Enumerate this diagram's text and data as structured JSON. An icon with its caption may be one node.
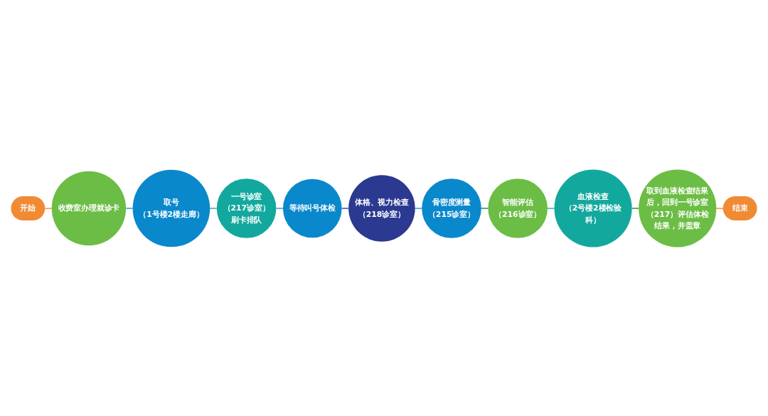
{
  "diagram": {
    "nodes": [
      {
        "text": [
          "开始"
        ]
      },
      {
        "text": [
          "收费室办理就诊卡"
        ]
      },
      {
        "text": [
          "取号",
          "（1号楼2楼走廊）"
        ]
      },
      {
        "text": [
          "一号诊室",
          "（217诊室）",
          "刷卡排队"
        ]
      },
      {
        "text": [
          "等待叫号体检"
        ]
      },
      {
        "text": [
          "体格、视力检查",
          "（218诊室）"
        ]
      },
      {
        "text": [
          "骨密度测量",
          "（215诊室）"
        ]
      },
      {
        "text": [
          "智能评估",
          "（216诊室）"
        ]
      },
      {
        "text": [
          "血液检查",
          "（2号楼2楼检验科）"
        ]
      },
      {
        "text": [
          "取到血液检查结果后，回到一号诊室（217）评估体检结果，并盖章"
        ]
      },
      {
        "text": [
          "结束"
        ]
      }
    ],
    "edges": [
      {
        "from": 0,
        "to": 1,
        "arrow": "none",
        "color": "#f08a34"
      },
      {
        "from": 1,
        "to": 2,
        "arrow": "none"
      },
      {
        "from": 2,
        "to": 3,
        "arrow": "none",
        "color": "#13a89e"
      },
      {
        "from": 3,
        "to": 4,
        "arrow": "none"
      },
      {
        "from": 4,
        "to": 5,
        "arrow": "none",
        "color": "#2b3990"
      },
      {
        "from": 5,
        "to": 6,
        "arrow": "none"
      },
      {
        "from": 6,
        "to": 7,
        "arrow": "none",
        "color": "#1e7b3a"
      },
      {
        "from": 7,
        "to": 8,
        "arrow": "none",
        "color": "#13a89e"
      },
      {
        "from": 8,
        "to": 9,
        "arrow": "none",
        "color": "#1e7b3a"
      },
      {
        "from": 9,
        "to": 10,
        "arrow": "none",
        "color": "#f08a34"
      }
    ]
  }
}
